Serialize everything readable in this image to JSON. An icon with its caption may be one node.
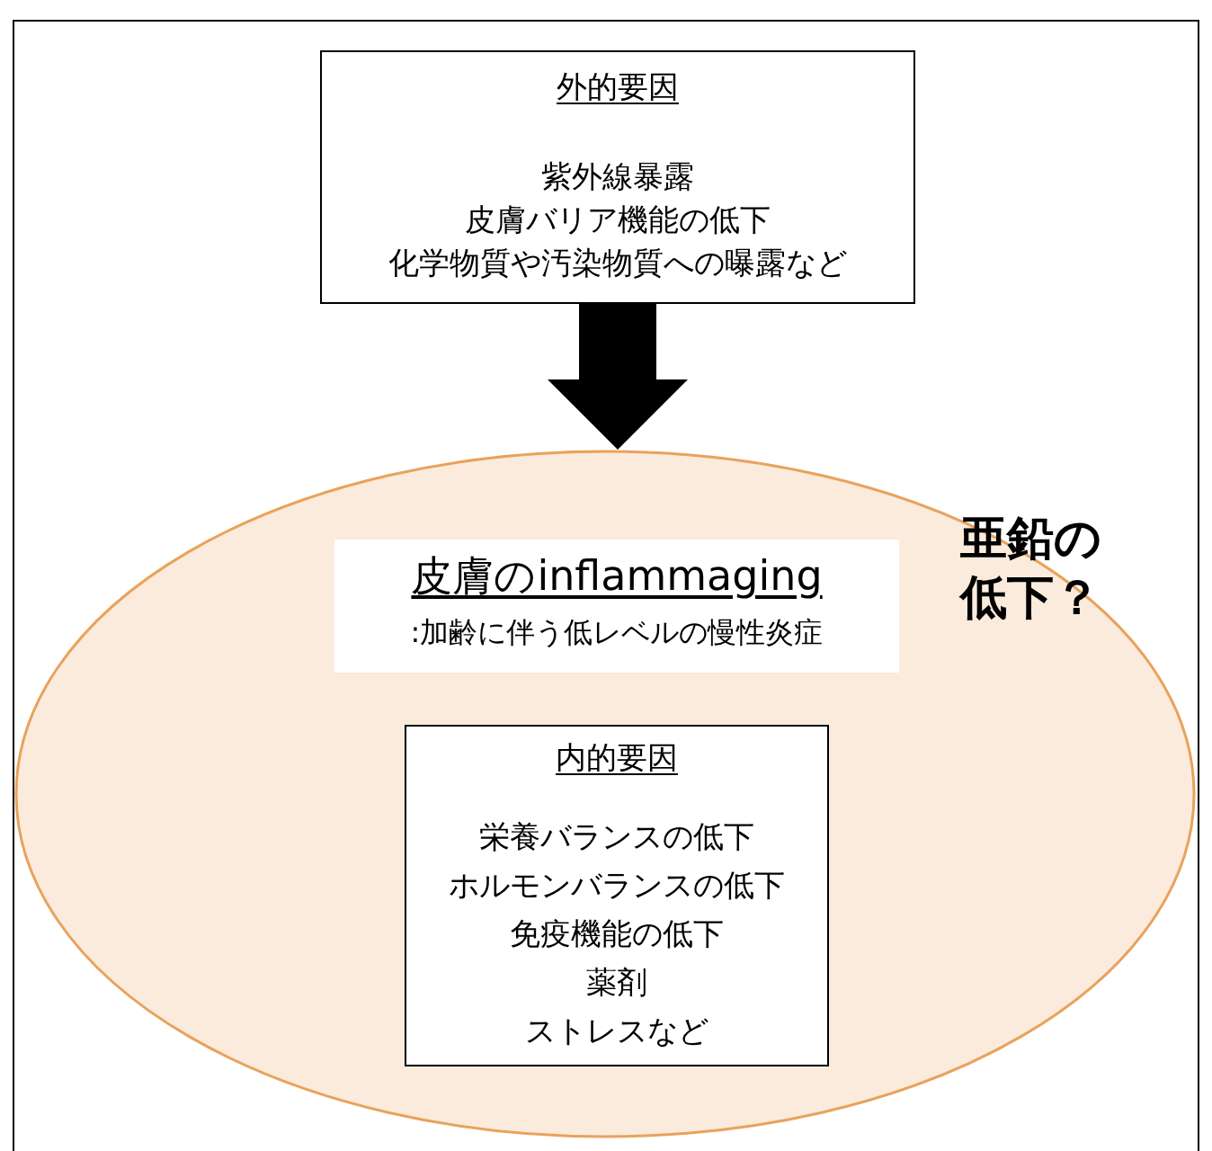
{
  "diagram": {
    "nodes": [
      {
        "text": [
          "外的要因",
          "紫外線暴露",
          "皮膚バリア機能の低下",
          "化学物質や汚染物質への曝露など"
        ]
      },
      {
        "text": [],
        "shape": "ellipse"
      },
      {
        "text": [
          "皮膚のinflammaging",
          ":加齢に伴う低レベルの慢性炎症"
        ],
        "in": 1
      },
      {
        "text": [
          "内的要因",
          "栄養バランスの低下",
          "ホルモンバランスの低下",
          "免疫機能の低下",
          "薬剤",
          "ストレスなど"
        ],
        "in": 1
      }
    ],
    "edges": [
      {
        "from": 0,
        "to": 1,
        "arrow": "to"
      }
    ],
    "labels": [
      "亜鉛の低下？"
    ]
  }
}
